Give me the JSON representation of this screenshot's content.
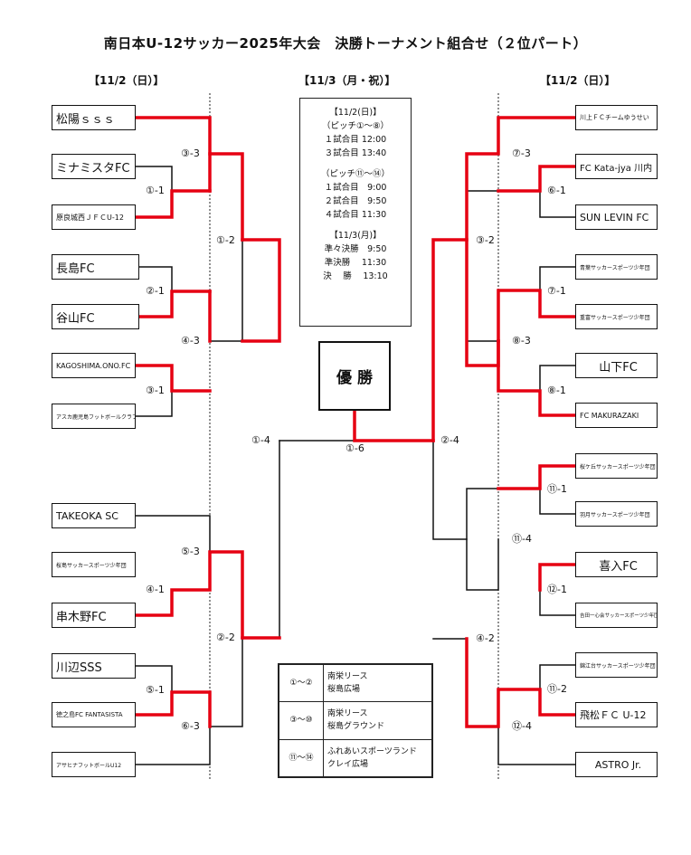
{
  "title": "南日本U-12サッカー2025年大会　決勝トーナメント組合せ（２位パート）",
  "dates": {
    "left": "【11/2（日）】",
    "center": "【11/3（月・祝）】",
    "right": "【11/2（日）】"
  },
  "teams": {
    "L1": "松陽ｓｓｓ",
    "L2": "ミナミスタFC",
    "L3": "原良城西ＪＦＣU-12",
    "L4": "長島FC",
    "L5": "谷山FC",
    "L6": "KAGOSHIMA.ONO.FC",
    "L7": "アスカ鹿児島フットボールクラブ",
    "L8": "TAKEOKA SC",
    "L9": "桜島サッカースポーツ少年団",
    "L10": "串木野FC",
    "L11": "川辺SSS",
    "L12": "徳之島FC FANTASISTA",
    "L13": "アサヒナフットボールU12",
    "R1": "川上ＦＣチームゆうせい",
    "R2": "FC Kata-jya 川内",
    "R3": "SUN LEVIN FC",
    "R4": "青葉サッカースポーツ少年団",
    "R5": "重富サッカースポーツ少年団",
    "R6": "山下FC",
    "R7": "FC MAKURAZAKI",
    "R8": "桜ケ丘サッカースポーツ少年団",
    "R9": "羽月サッカースポーツ少年団",
    "R10": "喜入FC",
    "R11": "吉田一心会サッカースポーツ少年団",
    "R12": "錦江台サッカースポーツ少年団",
    "R13": "飛松ＦＣ U-12",
    "R14": "ASTRO Jr."
  },
  "rounds": {
    "L_1_1": "①-1",
    "L_2_1": "②-1",
    "L_3_1": "③-1",
    "L_4_1": "④-1",
    "L_5_1": "⑤-1",
    "L_3_3": "③-3",
    "L_4_3": "④-3",
    "L_5_3": "⑤-3",
    "L_6_3": "⑥-3",
    "L_1_2": "①-2",
    "L_2_2": "②-2",
    "L_1_4": "①-4",
    "C_1_6": "①-6",
    "R_6_1": "⑥-1",
    "R_7_1": "⑦-1",
    "R_8_1": "⑧-1",
    "R_11_1": "⑪-1",
    "R_12_1": "⑫-1",
    "R_11_2": "⑪-2",
    "R_7_3": "⑦-3",
    "R_8_3": "⑧-3",
    "R_11_4": "⑪-4",
    "R_12_4": "⑫-4",
    "R_3_2": "③-2",
    "R_4_2": "④-2",
    "R_2_4": "②-4"
  },
  "schedule": [
    "【11/2(日)】",
    "（ピッチ①～⑧）",
    "１試合目 12:00",
    "３試合目 13:40",
    "",
    "（ピッチ⑪～⑭）",
    "１試合目　9:00",
    "２試合目　9:50",
    "４試合目 11:30",
    "",
    "【11/3(月)】",
    "準々決勝　9:50",
    "準決勝　 11:30",
    "決　 勝　 13:10"
  ],
  "champion": "優 勝",
  "venues": [
    {
      "pitches": "①～②",
      "line1": "南栄リース",
      "line2": "桜島広場"
    },
    {
      "pitches": "③～⑩",
      "line1": "南栄リース",
      "line2": "桜島グラウンド"
    },
    {
      "pitches": "⑪～⑭",
      "line1": "ふれあいスポーツランド",
      "line2": "クレイ広場"
    }
  ],
  "colors": {
    "winner_line": "#e60012",
    "line": "#111111"
  }
}
